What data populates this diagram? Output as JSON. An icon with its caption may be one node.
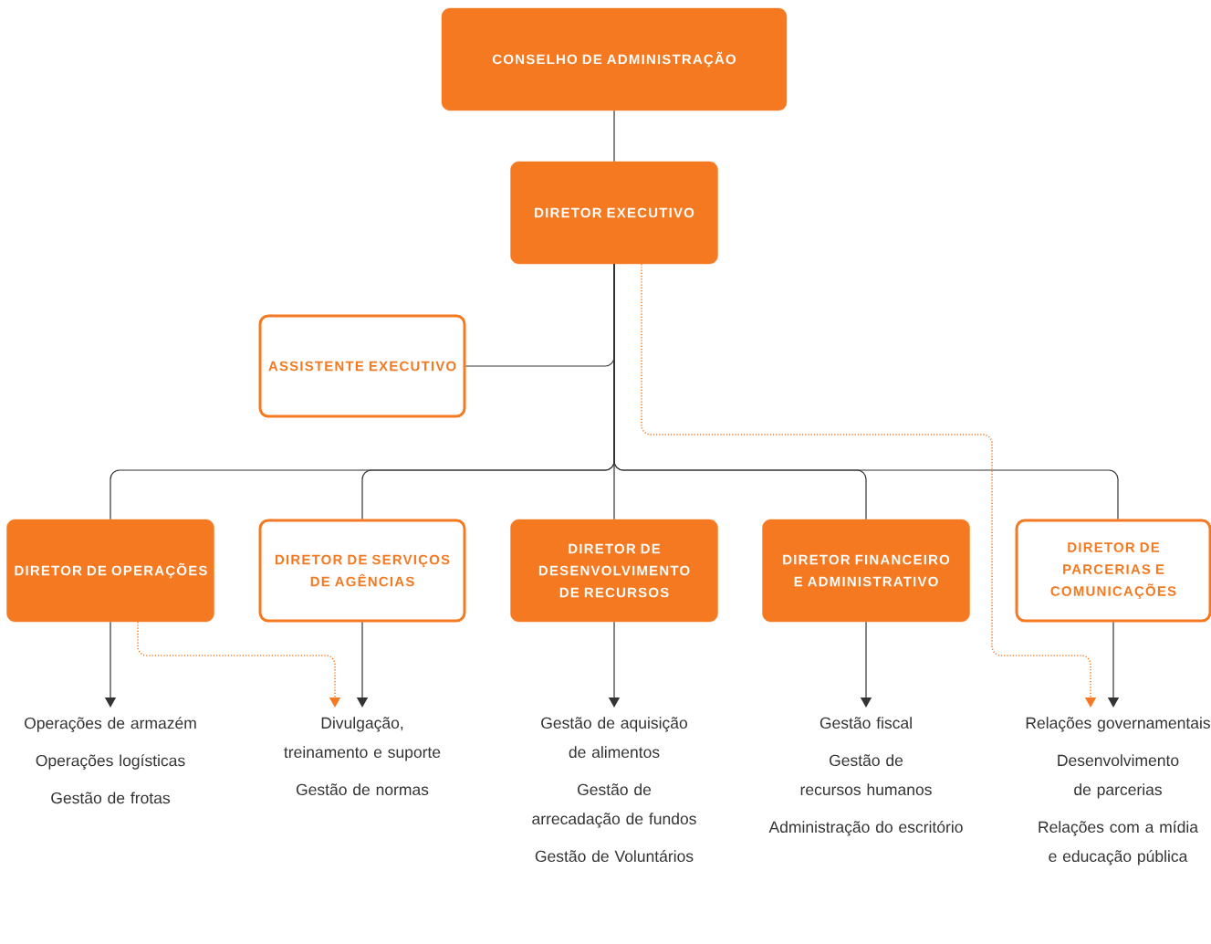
{
  "diagram": {
    "nodes": [
      {
        "text": [
          "CONSELHO DE ADMINISTRAÇÃO"
        ]
      },
      {
        "text": [
          "DIRETOR EXECUTIVO"
        ]
      },
      {
        "text": [
          "ASSISTENTE EXECUTIVO"
        ]
      },
      {
        "text": [
          "DIRETOR DE OPERAÇÕES"
        ]
      },
      {
        "text": [
          "DIRETOR DE SERVIÇOS DE AGÊNCIAS"
        ]
      },
      {
        "text": [
          "DIRETOR DE DESENVOLVIMENTO DE RECURSOS"
        ]
      },
      {
        "text": [
          "DIRETOR FINANCEIRO E ADMINISTRATIVO"
        ]
      },
      {
        "text": [
          "DIRETOR DE PARCERIAS E COMUNICAÇÕES"
        ]
      },
      {
        "text": [
          "Operações de armazém",
          "Operações logísticas",
          "Gestão de frotas"
        ]
      },
      {
        "text": [
          "Divulgação, treinamento e suporte",
          "Gestão de normas"
        ]
      },
      {
        "text": [
          "Gestão de aquisição de alimentos",
          "Gestão de arrecadação de fundos",
          "Gestão de Voluntários"
        ]
      },
      {
        "text": [
          "Gestão fiscal",
          "Gestão de recursos humanos",
          "Administração do escritório"
        ]
      },
      {
        "text": [
          "Relações governamentais",
          "Desenvolvimento de parcerias",
          "Relações com a mídia e educação pública"
        ]
      }
    ],
    "edges": [
      {
        "from": 0,
        "to": 1,
        "arrow": "none"
      },
      {
        "from": 1,
        "to": 2,
        "arrow": "none"
      },
      {
        "from": 1,
        "to": 3,
        "arrow": "none"
      },
      {
        "from": 1,
        "to": 4,
        "arrow": "none"
      },
      {
        "from": 1,
        "to": 5,
        "arrow": "none"
      },
      {
        "from": 1,
        "to": 6,
        "arrow": "none"
      },
      {
        "from": 1,
        "to": 7,
        "arrow": "none"
      },
      {
        "from": 3,
        "to": 8,
        "arrow": "to"
      },
      {
        "from": 4,
        "to": 9,
        "arrow": "to"
      },
      {
        "from": 5,
        "to": 10,
        "arrow": "to"
      },
      {
        "from": 6,
        "to": 11,
        "arrow": "to"
      },
      {
        "from": 7,
        "to": 12,
        "arrow": "to"
      },
      {
        "from": 3,
        "to": 9,
        "arrow": "to",
        "style": "dashed",
        "color": "#f47920"
      },
      {
        "from": 1,
        "to": 12,
        "arrow": "to",
        "style": "dashed",
        "color": "#f47920"
      }
    ]
  }
}
